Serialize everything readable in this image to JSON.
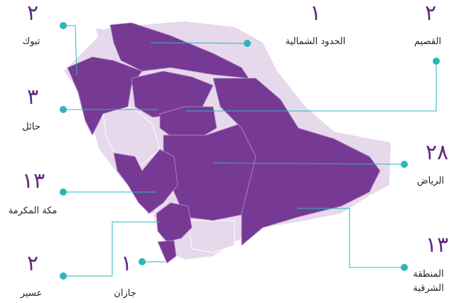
{
  "colors": {
    "highlight": "#773a94",
    "base": "#e6d9ec",
    "border": "#b98fcb",
    "leader": "#2bb5bc",
    "number": "#5f2a7e"
  },
  "regions": [
    {
      "id": "tabuk",
      "name": "تبوك",
      "count": "٢",
      "highlighted": true
    },
    {
      "id": "northern-borders",
      "name": "الحدود الشمالية",
      "count": "١",
      "highlighted": true
    },
    {
      "id": "qassim",
      "name": "القصيم",
      "count": "٢",
      "highlighted": true
    },
    {
      "id": "hail",
      "name": "حائل",
      "count": "٣",
      "highlighted": true
    },
    {
      "id": "riyadh",
      "name": "الرياض",
      "count": "٢٨",
      "highlighted": true
    },
    {
      "id": "makkah",
      "name": "مكة المكرمة",
      "count": "١٣",
      "highlighted": true
    },
    {
      "id": "eastern",
      "name": "المنطقة الشرقية",
      "count": "١٣",
      "highlighted": true
    },
    {
      "id": "asir",
      "name": "عسير",
      "count": "٢",
      "highlighted": true
    },
    {
      "id": "jazan",
      "name": "جازان",
      "count": "١",
      "highlighted": true
    }
  ]
}
